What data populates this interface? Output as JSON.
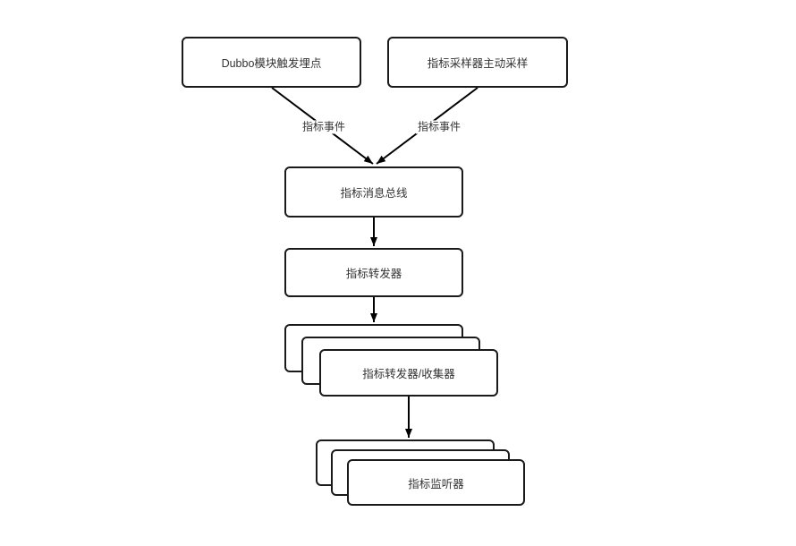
{
  "diagram": {
    "type": "flowchart",
    "direction": "top-down",
    "colors": {
      "background": "#ffffff",
      "node_fill": "#ffffff",
      "node_border": "#1a1a1a",
      "text": "#333333",
      "arrow": "#000000"
    },
    "nodes": {
      "dubbo": {
        "label": "Dubbo模块触发埋点"
      },
      "sampler": {
        "label": "指标采样器主动采样"
      },
      "bus": {
        "label": "指标消息总线"
      },
      "forwarder": {
        "label": "指标转发器"
      },
      "collector": {
        "label": "指标转发器/收集器",
        "stack_count": 3
      },
      "listener": {
        "label": "指标监听器",
        "stack_count": 3
      }
    },
    "edges": [
      {
        "from": "dubbo",
        "to": "bus",
        "label": "指标事件"
      },
      {
        "from": "sampler",
        "to": "bus",
        "label": "指标事件"
      },
      {
        "from": "bus",
        "to": "forwarder",
        "label": ""
      },
      {
        "from": "forwarder",
        "to": "collector",
        "label": ""
      },
      {
        "from": "collector",
        "to": "listener",
        "label": ""
      }
    ]
  }
}
